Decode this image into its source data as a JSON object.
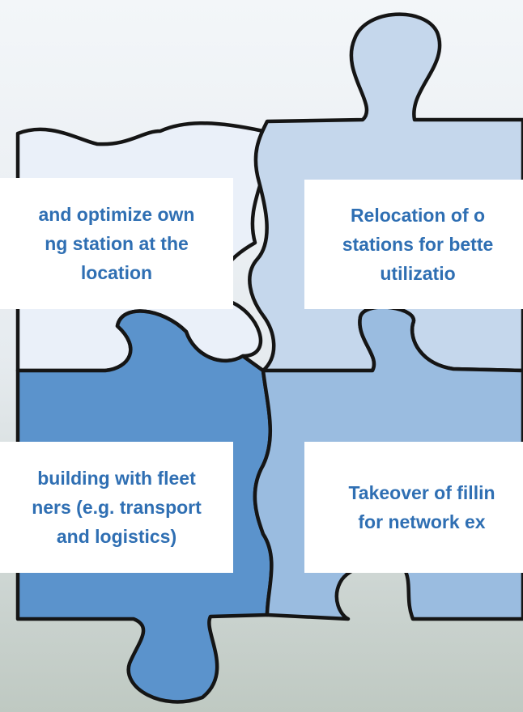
{
  "colors": {
    "piece_tl": "#eaf0f9",
    "piece_tr": "#c5d7ec",
    "piece_bl": "#5b93cc",
    "piece_br": "#9abce0",
    "outline": "#151515",
    "label_text": "#2f6fb3",
    "label_bg": "#ffffff"
  },
  "labels": {
    "top_left": [
      "and optimize own",
      "ng station at the",
      "location"
    ],
    "top_right": [
      "Relocation of o",
      "stations for bette",
      "utilizatio"
    ],
    "bottom_left": [
      "building with fleet",
      "ners (e.g. transport",
      "and logistics)"
    ],
    "bottom_right": [
      "Takeover of fillin",
      "for network ex"
    ]
  }
}
